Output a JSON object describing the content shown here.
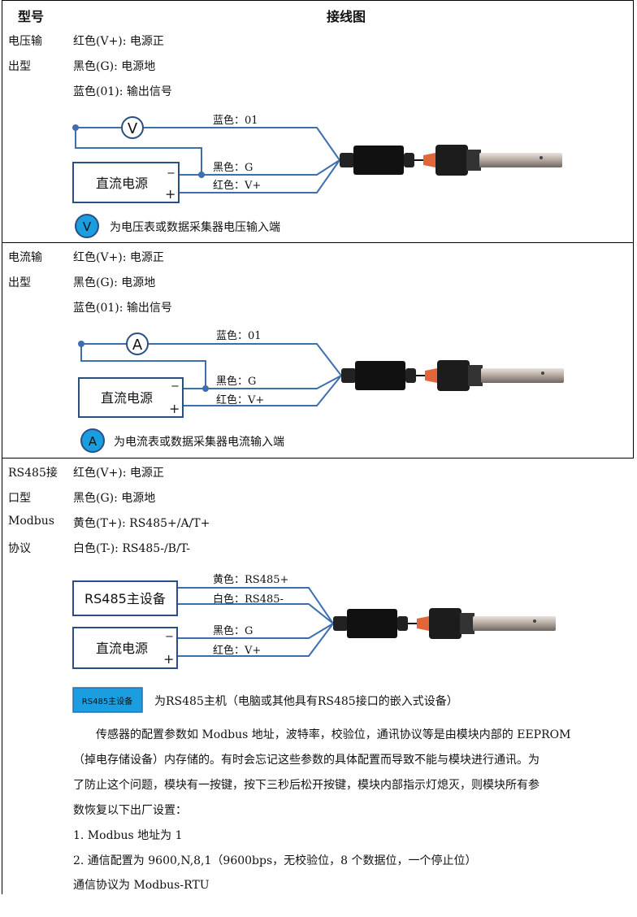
{
  "header": {
    "col1": "型号",
    "col2": "接线图"
  },
  "sections": [
    {
      "type_lines": [
        "电压输",
        "出型"
      ],
      "wires": [
        "红色(V+): 电源正",
        "黑色(G): 电源地",
        "蓝色(01): 输出信号"
      ],
      "diagram": {
        "meter_symbol": "V",
        "label_blue": "蓝色：01",
        "label_black": "黑色：G",
        "label_red": "红色：V+",
        "power_box": "直流电源",
        "minus": "−",
        "plus": "+",
        "legend_symbol": "V",
        "legend_text": "为电压表或数据采集器电压输入端"
      }
    },
    {
      "type_lines": [
        "电流输",
        "出型"
      ],
      "wires": [
        "红色(V+): 电源正",
        "黑色(G): 电源地",
        "蓝色(01): 输出信号"
      ],
      "diagram": {
        "meter_symbol": "A",
        "label_blue": "蓝色：01",
        "label_black": "黑色：G",
        "label_red": "红色：V+",
        "power_box": "直流电源",
        "minus": "−",
        "plus": "+",
        "legend_symbol": "A",
        "legend_text": "为电流表或数据采集器电流输入端"
      }
    },
    {
      "type_lines": [
        "RS485接",
        "口型",
        "Modbus",
        "协议"
      ],
      "wires": [
        "红色(V+): 电源正",
        "黑色(G): 电源地",
        "黄色(T+): RS485+/A/T+",
        "白色(T-): RS485-/B/T-"
      ],
      "diagram": {
        "master_box": "RS485主设备",
        "label_yellow": "黄色：RS485+",
        "label_white": "白色：RS485-",
        "label_black": "黑色：G",
        "label_red": "红色：V+",
        "power_box": "直流电源",
        "minus": "−",
        "plus": "+",
        "legend_badge": "RS485主设备",
        "legend_text": "为RS485主机（电脑或其他具有RS485接口的嵌入式设备）"
      }
    }
  ],
  "notes": {
    "paragraph_lines": [
      "传感器的配置参数如 Modbus 地址，波特率，校验位，通讯协议等是由模块内部的 EEPROM",
      "（掉电存储设备）内存储的。有时会忘记这些参数的具体配置而导致不能与模块进行通讯。为",
      "了防止这个问题，模块有一按键，按下三秒后松开按键，模块内部指示灯熄灭，则模块所有参",
      "数恢复以下出厂设置："
    ],
    "items": [
      "1.  Modbus 地址为 1",
      "2.  通信配置为 9600,N,8,1（9600bps，无校验位，8 个数据位，一个停止位）"
    ],
    "protocol": "通信协议为 Modbus-RTU"
  },
  "colors": {
    "wire": "#3d6fb0",
    "legend_blue": "#1a9ee0"
  }
}
